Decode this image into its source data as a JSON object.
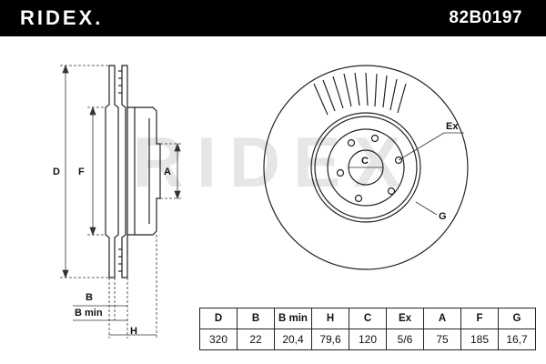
{
  "header": {
    "brand": "RIDEX.",
    "part_number": "82B0197"
  },
  "watermark": "RIDEX",
  "labels": {
    "D": "D",
    "F": "F",
    "A": "A",
    "B": "B",
    "B_min": "B min",
    "H": "H",
    "C": "C",
    "Ex": "Ex",
    "G": "G"
  },
  "spec_table": {
    "headers": [
      "D",
      "B",
      "B min",
      "H",
      "C",
      "Ex",
      "A",
      "F",
      "G"
    ],
    "values": [
      "320",
      "22",
      "20,4",
      "79,6",
      "120",
      "5/6",
      "75",
      "185",
      "16,7"
    ]
  }
}
